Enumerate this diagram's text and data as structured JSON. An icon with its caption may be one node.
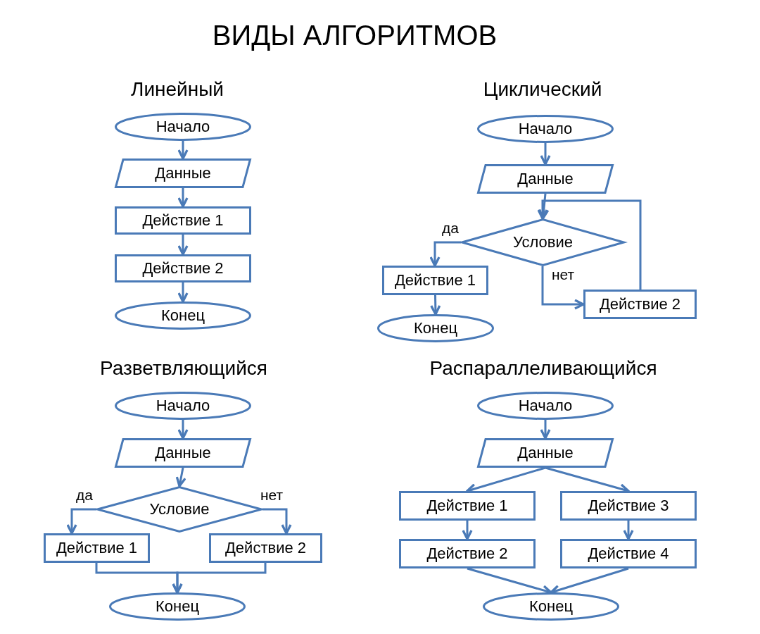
{
  "diagram": {
    "title": "ВИДЫ АЛГОРИТМОВ",
    "nodes": [
      {
        "text": [
          "Начало"
        ]
      },
      {
        "text": [
          "Данные"
        ]
      },
      {
        "text": [
          "Действие 1"
        ]
      },
      {
        "text": [
          "Действие 2"
        ]
      },
      {
        "text": [
          "Конец"
        ]
      },
      {
        "text": [
          "Начало"
        ]
      },
      {
        "text": [
          "Данные"
        ]
      },
      {
        "text": [
          "Условие"
        ]
      },
      {
        "text": [
          "Действие 1"
        ]
      },
      {
        "text": [
          "Конец"
        ]
      },
      {
        "text": [
          "Действие 2"
        ]
      },
      {
        "text": [
          "Начало"
        ]
      },
      {
        "text": [
          "Данные"
        ]
      },
      {
        "text": [
          "Условие"
        ]
      },
      {
        "text": [
          "Действие 1"
        ]
      },
      {
        "text": [
          "Действие 2"
        ]
      },
      {
        "text": [
          "Конец"
        ]
      },
      {
        "text": [
          "Начало"
        ]
      },
      {
        "text": [
          "Данные"
        ]
      },
      {
        "text": [
          "Действие 1"
        ]
      },
      {
        "text": [
          "Действие 3"
        ]
      },
      {
        "text": [
          "Действие 2"
        ]
      },
      {
        "text": [
          "Действие 4"
        ]
      },
      {
        "text": [
          "Конец"
        ]
      }
    ],
    "edges": [
      {
        "from": 0,
        "to": 1,
        "arrow": "to"
      },
      {
        "from": 1,
        "to": 2,
        "arrow": "to"
      },
      {
        "from": 2,
        "to": 3,
        "arrow": "to"
      },
      {
        "from": 3,
        "to": 4,
        "arrow": "to"
      },
      {
        "from": 5,
        "to": 6,
        "arrow": "to"
      },
      {
        "from": 6,
        "to": 7,
        "arrow": "to"
      },
      {
        "from": 7,
        "to": 8,
        "arrow": "to",
        "label": "да"
      },
      {
        "from": 7,
        "to": 10,
        "arrow": "to",
        "label": "нет"
      },
      {
        "from": 10,
        "to": 7,
        "arrow": "to"
      },
      {
        "from": 8,
        "to": 9,
        "arrow": "to"
      },
      {
        "from": 11,
        "to": 12,
        "arrow": "to"
      },
      {
        "from": 12,
        "to": 13,
        "arrow": "to"
      },
      {
        "from": 13,
        "to": 14,
        "arrow": "to",
        "label": "да"
      },
      {
        "from": 13,
        "to": 15,
        "arrow": "to",
        "label": "нет"
      },
      {
        "from": 14,
        "to": 16,
        "arrow": "to"
      },
      {
        "from": 15,
        "to": 16,
        "arrow": "to"
      },
      {
        "from": 17,
        "to": 18,
        "arrow": "to"
      },
      {
        "from": 18,
        "to": 19,
        "arrow": "to"
      },
      {
        "from": 18,
        "to": 20,
        "arrow": "to"
      },
      {
        "from": 19,
        "to": 21,
        "arrow": "to"
      },
      {
        "from": 20,
        "to": 22,
        "arrow": "to"
      },
      {
        "from": 21,
        "to": 23,
        "arrow": "to"
      },
      {
        "from": 22,
        "to": 23,
        "arrow": "to"
      }
    ],
    "labels": [
      "Линейный",
      "Циклический",
      "Разветвляющийся",
      "Распараллеливающийся"
    ]
  }
}
